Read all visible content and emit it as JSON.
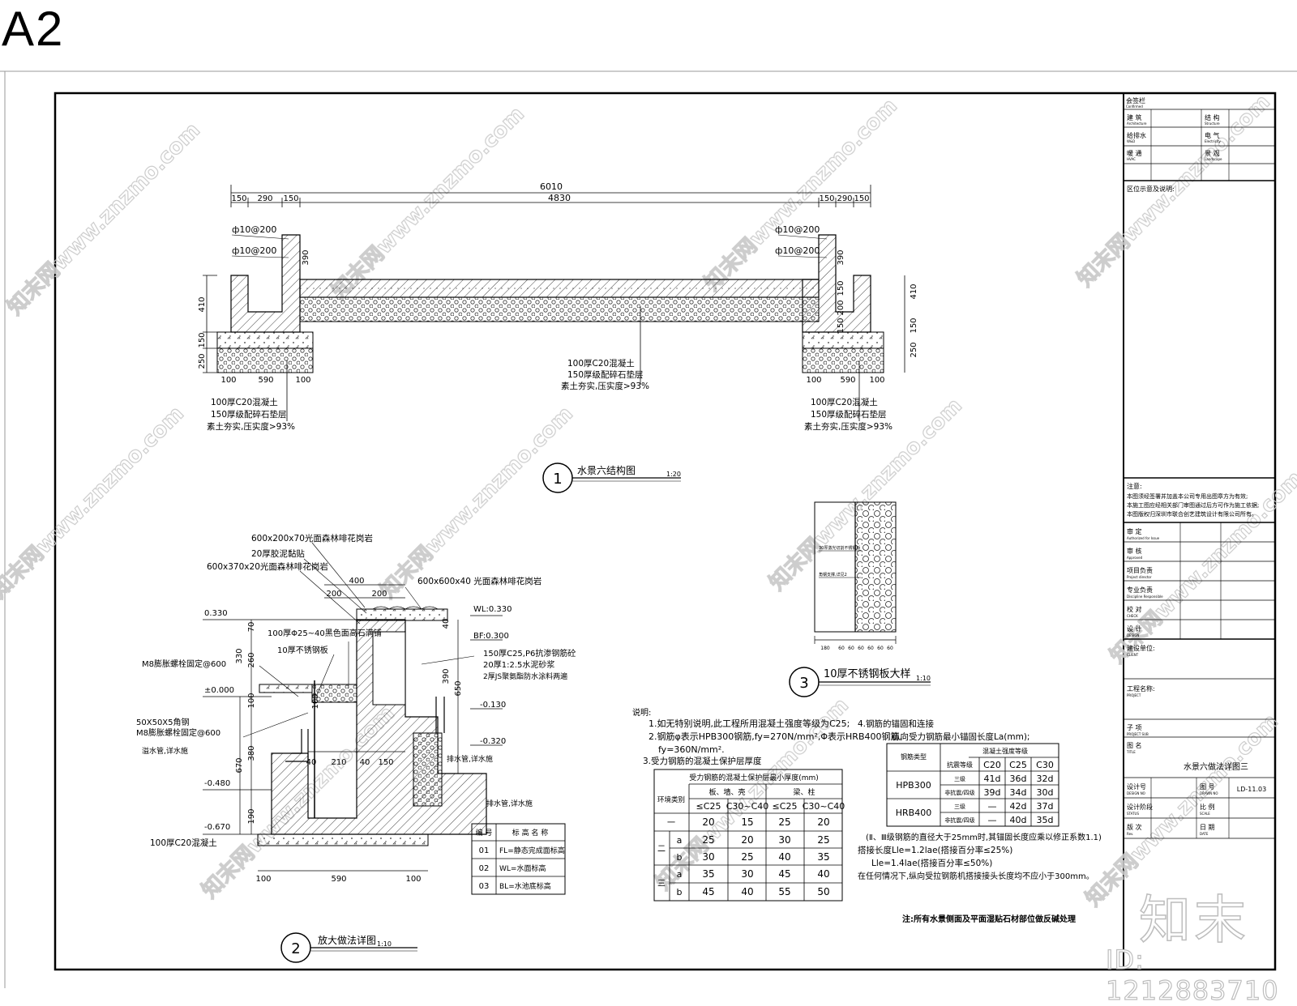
{
  "sheet_size_label": "A2",
  "watermark_text": "知末网www.znzmo.com",
  "id_label": "ID: 1212883710",
  "brand_logo": "知末",
  "title_block": {
    "confirm": {
      "cn": "会签栏",
      "en": "Confirmed"
    },
    "signoff": [
      {
        "cn": "建 筑",
        "en": "Architecture"
      },
      {
        "cn": "结 构",
        "en": "Structure"
      },
      {
        "cn": "给排水",
        "en": "W&D"
      },
      {
        "cn": "电 气",
        "en": "Electricity"
      },
      {
        "cn": "暖 通",
        "en": "HVAC"
      },
      {
        "cn": "景 观",
        "en": "Landscape"
      }
    ],
    "location": "区位示意及说明:",
    "notes_title": "注意:",
    "notes": [
      "本图须经签署并加盖本公司专用出图章方为有效;",
      "本施工图应经相关部门审图通过后方可作为施工依据;",
      "本图版权归深圳市联合创艺建筑设计有限公司所有。"
    ],
    "approvals": [
      {
        "cn": "审 定",
        "en": "Authorized for Issue"
      },
      {
        "cn": "审 核",
        "en": "Approved"
      },
      {
        "cn": "项目负责",
        "en": "Project director"
      },
      {
        "cn": "专业负责",
        "en": "Discipline Responsible"
      },
      {
        "cn": "校 对",
        "en": "CHECK"
      },
      {
        "cn": "设 计",
        "en": "DESIGN"
      }
    ],
    "client": {
      "cn": "建设单位:",
      "en": "CLIENT"
    },
    "project": {
      "cn": "工程名称:",
      "en": "PROJECT"
    },
    "sub_item": {
      "cn": "子 项",
      "en": "PROJECT SUB"
    },
    "drawing_title": {
      "cn": "图 名",
      "en": "TITLE",
      "value": "水景六做法详图三"
    },
    "design_no": {
      "cn": "设计号",
      "en": "DESIGN NO"
    },
    "drawing_no": {
      "cn": "图 号",
      "en": "DRAWN NO",
      "value": "LD-11.03"
    },
    "stage": {
      "cn": "设计阶段",
      "en": "STATUS"
    },
    "scale": {
      "cn": "比 例",
      "en": "SCALE"
    },
    "rev": {
      "cn": "版 次",
      "en": "Rev."
    },
    "date": {
      "cn": "日 期",
      "en": "DATE"
    }
  },
  "section1": {
    "number": "1",
    "title": "水景六结构图",
    "scale": "1:20",
    "dims_top": [
      "6010",
      "4830",
      "150",
      "290",
      "150",
      "150",
      "290",
      "150"
    ],
    "rebar": [
      "ф10@200",
      "ф10@200",
      "ф10@200",
      "ф10@200"
    ],
    "dims_side_left": [
      "410",
      "150",
      "250",
      "390"
    ],
    "dims_side_right": [
      "390",
      "150",
      "200",
      "150",
      "410",
      "150",
      "250"
    ],
    "dims_bottom": [
      "100",
      "590",
      "100",
      "100",
      "590",
      "100"
    ],
    "layers": [
      "100厚C20混凝土",
      "150厚级配碎石垫层",
      "素土夯实,压实度>93%"
    ]
  },
  "section2": {
    "number": "2",
    "title": "放大做法详图",
    "scale": "1:10",
    "labels": [
      "600x200x70光面森林啡花岗岩",
      "20厚胶泥黏贴",
      "600x370x20光面森林啡花岗岩",
      "600x600x40 光面森林啡花岗岩",
      "100厚Φ25~40黑色面高石满铺",
      "10厚不锈钢板",
      "M8膨胀螺栓固定@600",
      "50X50X5角钢",
      "M8膨胀螺栓固定@600",
      "溢水管,详水施",
      "150厚C25,P6抗渗钢筋砼",
      "20厚1:2.5水泥砂浆",
      "2厚JS聚氨酯防水涂料两遍",
      "排水管,详水施",
      "排水管,详水施",
      "100厚C20混凝土"
    ],
    "levels": [
      "0.330",
      "±0.000",
      "-0.480",
      "-0.670",
      "WL:0.330",
      "BF:0.300",
      "-0.130",
      "-0.320"
    ],
    "dims": [
      "400",
      "200",
      "200",
      "70",
      "330",
      "260",
      "100",
      "670",
      "380",
      "190",
      "100",
      "40",
      "210",
      "40",
      "150",
      "390",
      "650",
      "40",
      "100",
      "590",
      "100"
    ],
    "legend": {
      "headers": [
        "编 号",
        "标 高 名 称"
      ],
      "rows": [
        [
          "01",
          "FL=静态完成面标高"
        ],
        [
          "02",
          "WL=水面标高"
        ],
        [
          "03",
          "BL=水池底标高"
        ]
      ]
    }
  },
  "section3": {
    "number": "3",
    "title": "10厚不锈钢板大样",
    "scale": "1:10",
    "labels": [
      "30厚激光切割不锈钢板",
      "角钢支撑,详见2"
    ],
    "dims": [
      "180",
      "60",
      "60",
      "60",
      "60",
      "60",
      "60"
    ]
  },
  "notes": {
    "heading": "说明:",
    "items": [
      "1.如无特别说明,此工程所用混凝土强度等级为C25;",
      "2.钢筋φ表示HPB300钢筋,fy=270N/mm²,Φ表示HRB400钢筋,",
      "fy=360N/mm².",
      "3.受力钢筋的混凝土保护层厚度"
    ],
    "item4": [
      "4.钢筋的锚固和连接",
      "纵向受力钢筋最小锚固长度La(mm);"
    ],
    "bottom": [
      "(Ⅱ、Ⅲ级钢筋的直径大于25mm时,其锚固长度应乘以修正系数1.1)",
      "搭接长度Lle=1.2lae(搭接百分率≤25%)",
      "Lle=1.4lae(搭接百分率≤50%)",
      "在任何情况下,纵向受拉钢筋机搭接接头长度均不应小于300mm。"
    ],
    "final": "注:所有水景侧面及平面湿贴石材部位做反碱处理"
  },
  "cover_table": {
    "title": "受力钢筋的混凝土保护层最小厚度(mm)",
    "env": "环境类别",
    "group1": "板、墙、壳",
    "group2": "梁、柱",
    "sub": [
      "≤C25",
      "C30~C40",
      "≤C25",
      "C30~C40"
    ],
    "rows": [
      [
        "一",
        "",
        "20",
        "15",
        "25",
        "20"
      ],
      [
        "二",
        "a",
        "25",
        "20",
        "30",
        "25"
      ],
      [
        "二",
        "b",
        "30",
        "25",
        "40",
        "35"
      ],
      [
        "三",
        "a",
        "35",
        "30",
        "45",
        "40"
      ],
      [
        "三",
        "b",
        "45",
        "40",
        "55",
        "50"
      ]
    ]
  },
  "anchor_table": {
    "grade_head": "混凝土强度等级",
    "type_head": "钢筋类型",
    "seis_head": "抗震等级",
    "cols": [
      "C20",
      "C25",
      "C30"
    ],
    "rows": [
      [
        "HPB300",
        "三级",
        "41d",
        "36d",
        "32d"
      ],
      [
        "HPB300",
        "非抗震/四级",
        "39d",
        "34d",
        "30d"
      ],
      [
        "HRB400",
        "三级",
        "—",
        "42d",
        "37d"
      ],
      [
        "HRB400",
        "非抗震/四级",
        "—",
        "40d",
        "35d"
      ]
    ]
  },
  "colors": {
    "line": "#000000",
    "watermark": "#c8c8c8",
    "hatch": "#444444"
  }
}
